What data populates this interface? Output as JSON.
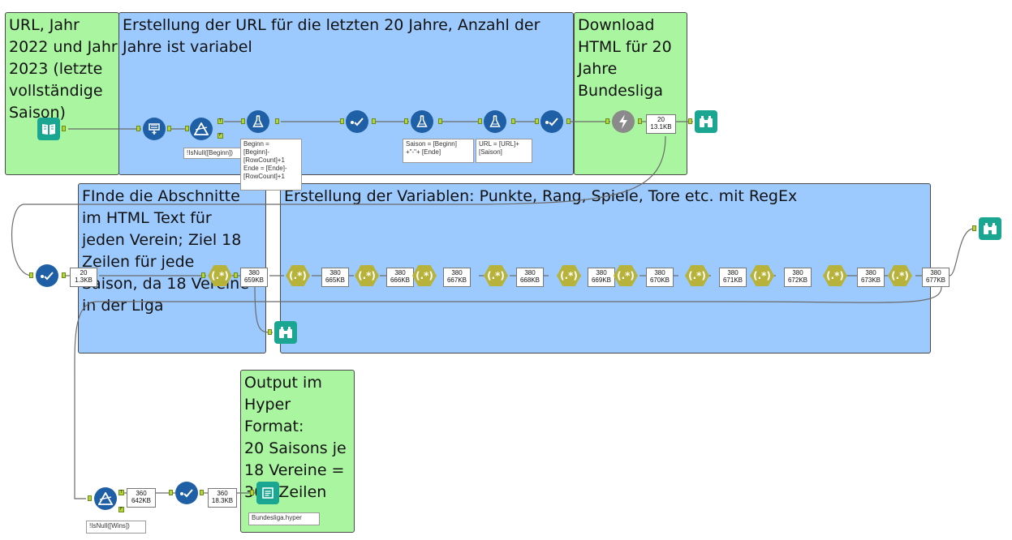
{
  "containers": {
    "c1": "URL, Jahr\n2022 und Jahr\n2023 (letzte\nvollständige\nSaison)",
    "c2": "Erstellung der URL für die letzten 20 Jahre, Anzahl der\nJahre ist variabel",
    "c3": "Download\nHTML für 20\nJahre\nBundesliga",
    "c4": "FInde die Abschnitte\nim HTML Text für\njeden Verein; Ziel 18\nZeilen für jede\nSaison, da 18 Vereine\nin der Liga",
    "c5": "Erstellung der Variablen: Punkte, Rang, Spiele, Tore etc. mit RegEx",
    "c6": "Output im\nHyper Format:\n20 Saisons je\n18 Vereine =\n360 Zeilen"
  },
  "annotations": {
    "filter1": "!IsNull([Beginn])",
    "formula1": "Beginn =\n[Beginn]-\n[RowCount]+1\nEnde = [Ende]-\n[RowCount]+1",
    "formula2": "Saison = [Beginn]\n+\"-\"+ [Ende]",
    "formula3": "URL = [URL]+\n[Saison]",
    "filter2": "!IsNull([Wins])",
    "output": "Bundesliga.hyper"
  },
  "badges": {
    "download": "20\n13.1KB",
    "select_row2": "20\n1.3KB",
    "regex_out0": "380\n659KB",
    "regex_out1": "380\n665KB",
    "regex_out2": "380\n666KB",
    "regex_out3": "380\n667KB",
    "regex_out4": "380\n668KB",
    "regex_out5": "380\n669KB",
    "regex_out6": "380\n670KB",
    "regex_out7": "380\n671KB",
    "regex_out8": "380\n672KB",
    "regex_out9": "380\n673KB",
    "regex_out10": "380\n677KB",
    "filter2_true": "360\n642KB",
    "select_final": "360\n18.3KB"
  },
  "regex_label": "(.*)",
  "anchor_labels": {
    "true": "T",
    "false": "F"
  },
  "colors": {
    "container_green": "#aaf5a0",
    "container_blue": "#9ccaff",
    "tool_blue": "#1f5fa6",
    "tool_teal": "#1aa690",
    "tool_olive": "#b7b43a",
    "tool_gray": "#8a8a8a",
    "connector": "#6b6b6b"
  }
}
